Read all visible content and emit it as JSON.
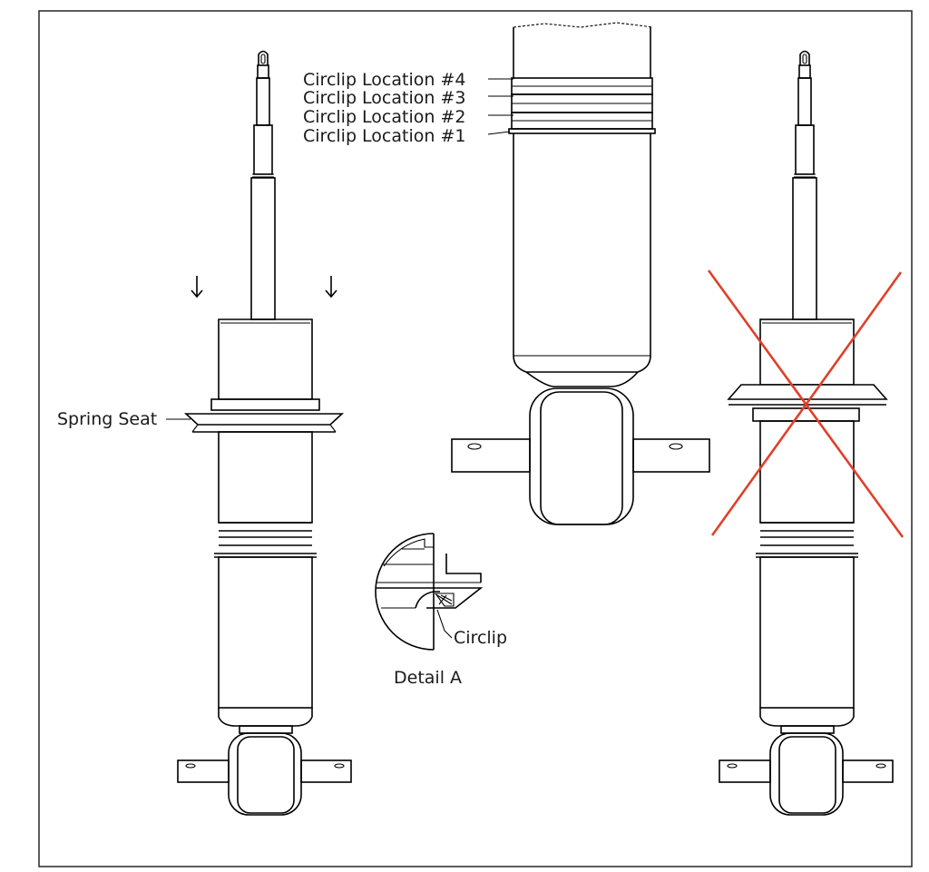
{
  "labels": {
    "circlip_4": "Circlip Location #4",
    "circlip_3": "Circlip Location #3",
    "circlip_2": "Circlip Location #2",
    "circlip_1": "Circlip Location #1",
    "spring_seat": "Spring Seat",
    "circlip": "Circlip",
    "detail_a": "Detail A"
  },
  "colors": {
    "line": "#000000",
    "reject_mark": "#e0402a",
    "background": "#ffffff"
  },
  "icons": {
    "down_arrow": "down-arrow-icon",
    "reject_mark": "red-x-icon"
  }
}
